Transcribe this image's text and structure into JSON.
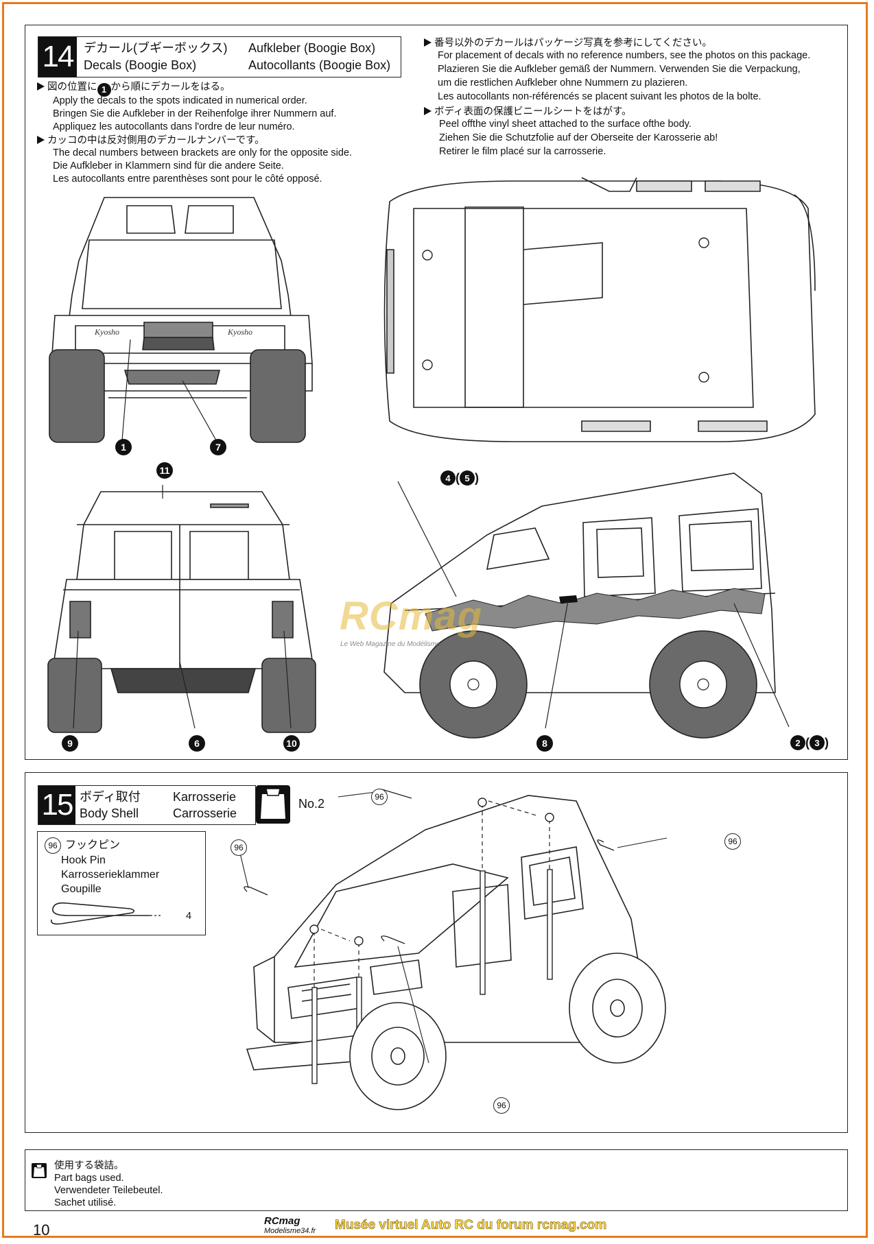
{
  "step14": {
    "number": "14",
    "title_jp": "デカール(ブギーボックス)",
    "title_en": "Decals (Boogie Box)",
    "title_de": "Aufkleber (Boogie Box)",
    "title_fr": "Autocollants (Boogie Box)",
    "note1_jp_a": "図の位置に",
    "note1_jp_num": "1",
    "note1_jp_b": "から順にデカールをはる。",
    "note1_en": "Apply the decals to the spots indicated in numerical order.",
    "note1_de": "Bringen Sie die Aufkleber in der Reihenfolge ihrer Nummern auf.",
    "note1_fr": "Appliquez les autocollants dans l'ordre de leur numéro.",
    "note2_jp": "カッコの中は反対側用のデカールナンバーです。",
    "note2_en": "The decal numbers between brackets are only for the opposite side.",
    "note2_de": "Die Aufkleber in Klammern sind für die andere Seite.",
    "note2_fr": "Les autocollants entre parenthèses sont pour le côté opposé.",
    "note3_jp": "番号以外のデカールはパッケージ写真を参考にしてください。",
    "note3_en": "For placement of decals with no reference numbers, see the photos on this package.",
    "note3_de1": "Plazieren Sie die Aufkleber gemäß der Nummern. Verwenden Sie die Verpackung,",
    "note3_de2": "um die restlichen Aufkleber ohne Nummern zu plazieren.",
    "note3_fr": "Les autocollants non-référencés se placent suivant les photos de la bolte.",
    "note4_jp": "ボディ表面の保護ビニールシートをはがす。",
    "note4_en": "Peel offthe vinyl sheet attached to the surface ofthe body.",
    "note4_de": "Ziehen Sie die Schutzfolie auf der Oberseite der Karosserie ab!",
    "note4_fr": "Retirer le film placé sur la carrosserie.",
    "grille_script": "Kyosho",
    "callouts": {
      "c1": "1",
      "c7": "7",
      "c11": "11",
      "c9": "9",
      "c6": "6",
      "c10": "10",
      "c8": "8",
      "c4": "4",
      "c5": "5",
      "c2": "2",
      "c3": "3",
      "open": "(",
      "close": ")"
    }
  },
  "step15": {
    "number": "15",
    "title_jp": "ボディ取付",
    "title_en": "Body Shell",
    "title_de": "Karrosserie",
    "title_fr": "Carrosserie",
    "bag_label": "No.2",
    "part_code": "96",
    "part_jp": "フックピン",
    "part_en": "Hook Pin",
    "part_de": "Karrosserieklammer",
    "part_fr": "Goupille",
    "part_qty": "4"
  },
  "bag_note": {
    "jp": "使用する袋詰。",
    "en": "Part bags used.",
    "de": "Verwendeter Teilebeutel.",
    "fr": "Sachet utilisé."
  },
  "footer": {
    "page_number": "10",
    "brand_top": "RCmag",
    "brand_bottom": "Modelisme34.fr",
    "museum": "Musée virtuel Auto RC du forum rcmag.com"
  },
  "watermark": {
    "main": "RCmag",
    "sub": "Le Web Magazine du Modélisme"
  }
}
